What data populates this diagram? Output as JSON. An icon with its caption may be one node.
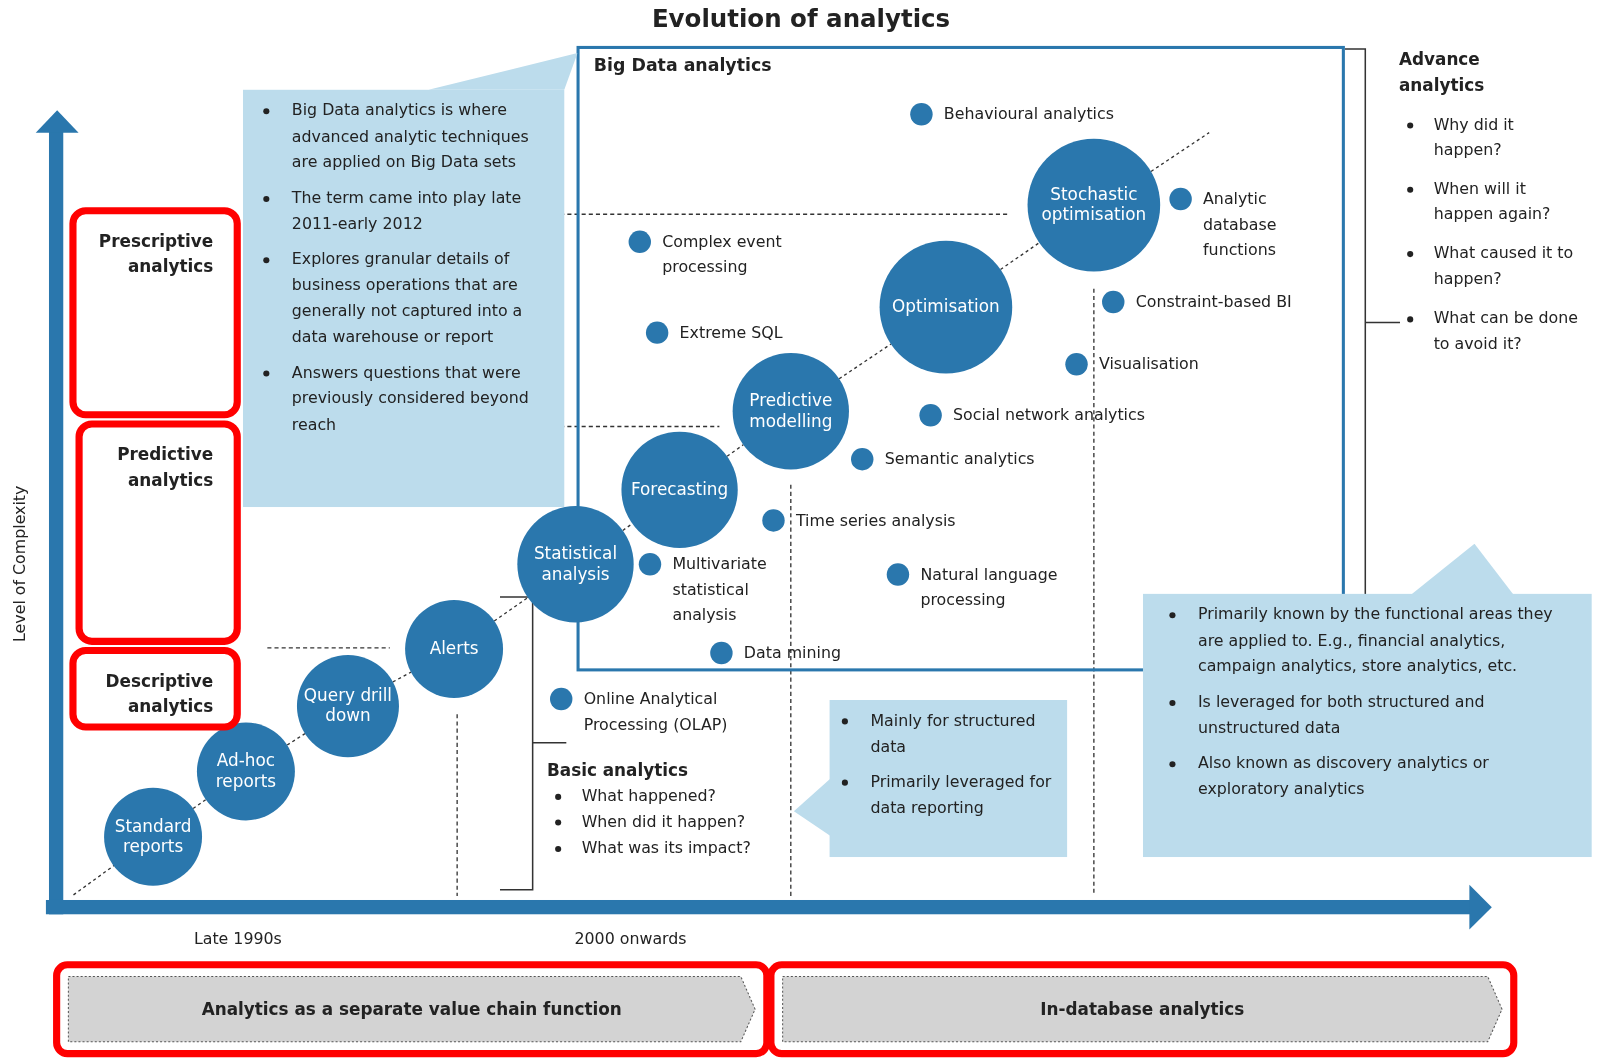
{
  "diagram": {
    "title": "Evolution of analytics",
    "nodes": [
      {
        "text": [
          "Big Data analytics"
        ]
      },
      {
        "text": [
          "Standard reports"
        ]
      },
      {
        "text": [
          "Ad-hoc reports"
        ]
      },
      {
        "text": [
          "Query drill down"
        ]
      },
      {
        "text": [
          "Alerts"
        ]
      },
      {
        "text": [
          "Statistical analysis"
        ]
      },
      {
        "text": [
          "Forecasting"
        ],
        "in": 0
      },
      {
        "text": [
          "Predictive modelling"
        ],
        "in": 0
      },
      {
        "text": [
          "Optimisation"
        ],
        "in": 0
      },
      {
        "text": [
          "Stochastic optimisation"
        ],
        "in": 0
      },
      {
        "text": [
          "Behavioural analytics"
        ],
        "in": 0
      },
      {
        "text": [
          "Complex event processing"
        ],
        "in": 0
      },
      {
        "text": [
          "Analytic database functions"
        ],
        "in": 0
      },
      {
        "text": [
          "Constraint-based BI"
        ],
        "in": 0
      },
      {
        "text": [
          "Extreme SQL"
        ],
        "in": 0
      },
      {
        "text": [
          "Visualisation"
        ],
        "in": 0
      },
      {
        "text": [
          "Social network analytics"
        ],
        "in": 0
      },
      {
        "text": [
          "Semantic analytics"
        ],
        "in": 0
      },
      {
        "text": [
          "Time series analysis"
        ],
        "in": 0
      },
      {
        "text": [
          "Multivariate statistical analysis"
        ],
        "in": 0
      },
      {
        "text": [
          "Natural language processing"
        ],
        "in": 0
      },
      {
        "text": [
          "Data mining"
        ],
        "in": 0
      },
      {
        "text": [
          "Online Analytical Processing (OLAP)"
        ]
      },
      {
        "text": [
          "Big Data analytics is where advanced analytic techniques are applied on Big Data sets",
          "The term came into play late 2011-early 2012",
          "Explores granular details of business operations that are generally not captured into a data warehouse or report",
          "Answers questions that were previously considered beyond reach"
        ]
      },
      {
        "text": [
          "Mainly for structured data",
          "Primarily leveraged for data reporting"
        ]
      },
      {
        "text": [
          "Primarily known by the functional areas they are applied to. E.g., financial analytics, campaign analytics, store analytics, etc.",
          "Is leveraged for both structured and unstructured data",
          "Also known as discovery analytics or exploratory analytics"
        ]
      },
      {
        "text": [
          "Prescriptive analytics"
        ]
      },
      {
        "text": [
          "Predictive analytics"
        ]
      },
      {
        "text": [
          "Descriptive analytics"
        ]
      },
      {
        "text": [
          "Analytics as a separate value chain function"
        ]
      },
      {
        "text": [
          "In-database analytics"
        ]
      }
    ],
    "edges": [
      {
        "from": 1,
        "to": 2,
        "arrow": "none",
        "style": "dashed"
      },
      {
        "from": 2,
        "to": 3,
        "arrow": "none",
        "style": "dashed"
      },
      {
        "from": 3,
        "to": 4,
        "arrow": "none",
        "style": "dashed"
      },
      {
        "from": 4,
        "to": 5,
        "arrow": "none",
        "style": "dashed"
      },
      {
        "from": 5,
        "to": 6,
        "arrow": "none",
        "style": "dashed"
      },
      {
        "from": 6,
        "to": 7,
        "arrow": "none",
        "style": "dashed"
      },
      {
        "from": 7,
        "to": 8,
        "arrow": "none",
        "style": "dashed"
      },
      {
        "from": 8,
        "to": 9,
        "arrow": "none",
        "style": "dashed"
      }
    ],
    "labels": [
      "Level of Complexity",
      "Late 1990s",
      "2000 onwards",
      "Basic analytics",
      "What happened?",
      "When did it happen?",
      "What was its impact?",
      "Advance analytics",
      "Why did it happen?",
      "When will it happen again?",
      "What caused it to happen?",
      "What can be done to avoid it?"
    ]
  }
}
